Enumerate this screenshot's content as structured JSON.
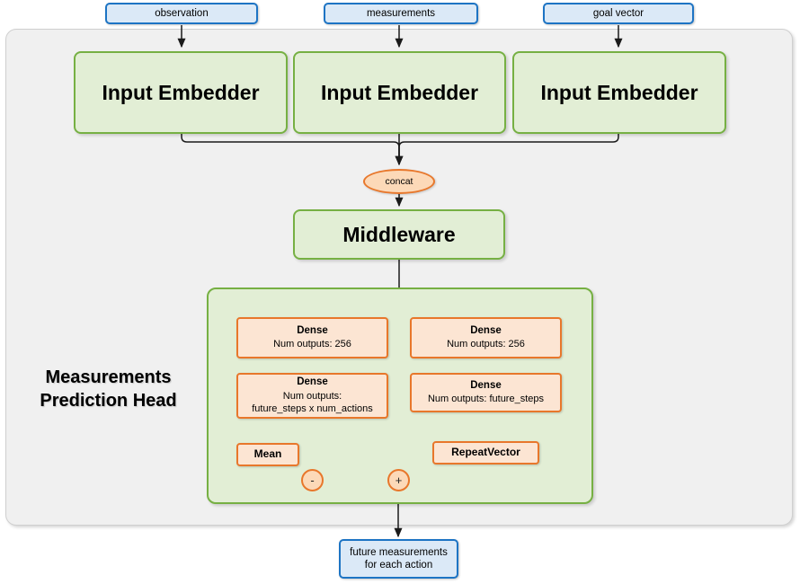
{
  "diagram": {
    "title": "Measurements Prediction Head network architecture",
    "colors": {
      "panel_bg": "#f0f0f0",
      "panel_border": "#cfcfcf",
      "io_fill": "#dbe9f7",
      "io_border": "#1d74c4",
      "module_fill": "#e2eed5",
      "module_border": "#76b043",
      "op_fill": "#fce5d3",
      "op_border": "#e8772b",
      "ellipse_fill": "#fcd9b8",
      "wire": "#1a1a1a"
    }
  },
  "inputs": [
    {
      "label": "observation"
    },
    {
      "label": "measurements"
    },
    {
      "label": "goal vector"
    }
  ],
  "embedders": [
    {
      "label": "Input Embedder"
    },
    {
      "label": "Input Embedder"
    },
    {
      "label": "Input Embedder"
    }
  ],
  "concat": {
    "label": "concat"
  },
  "middleware": {
    "label": "Middleware"
  },
  "head": {
    "title_line1": "Measurements",
    "title_line2": "Prediction Head",
    "left_branch": {
      "dense1": {
        "title": "Dense",
        "detail": "Num outputs: 256"
      },
      "dense2": {
        "title": "Dense",
        "detail_line1": "Num outputs:",
        "detail_line2": "future_steps x num_actions"
      },
      "mean": {
        "label": "Mean"
      },
      "operator": {
        "symbol": "-",
        "name": "subtract"
      }
    },
    "right_branch": {
      "dense1": {
        "title": "Dense",
        "detail": "Num outputs: 256"
      },
      "dense2": {
        "title": "Dense",
        "detail": "Num outputs: future_steps"
      },
      "repeat_vector": {
        "label": "RepeatVector"
      },
      "operator": {
        "symbol": "+",
        "name": "add"
      }
    }
  },
  "output": {
    "line1": "future measurements",
    "line2": "for each action"
  }
}
